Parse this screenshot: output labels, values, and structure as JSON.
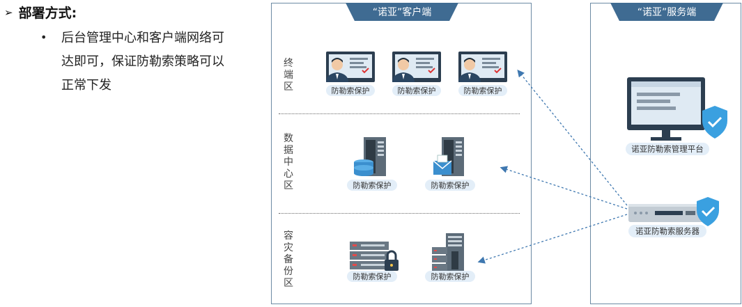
{
  "left": {
    "heading": "部署方式:",
    "bullet_text": "后台管理中心和客户端网络可达即可，保证防勒索策略可以正常下发"
  },
  "client_panel": {
    "title": "“诺亚”客户端",
    "zones": [
      {
        "label": "终端区",
        "items": [
          "防勒索保护",
          "防勒索保护",
          "防勒索保护"
        ]
      },
      {
        "label": "数据中心区",
        "items": [
          "防勒索保护",
          "防勒索保护"
        ]
      },
      {
        "label": "容灾备份区",
        "items": [
          "防勒索保护",
          "防勒索保护"
        ]
      }
    ]
  },
  "server_panel": {
    "title": "“诺亚”服务端",
    "platform_label": "诺亚防勒索管理平台",
    "server_label": "诺亚防勒索服务器"
  },
  "colors": {
    "panel_header": "#3f6b92",
    "pill_bg": "#e3eef8",
    "arrow": "#3f78b0",
    "shield": "#3aa0e0"
  }
}
